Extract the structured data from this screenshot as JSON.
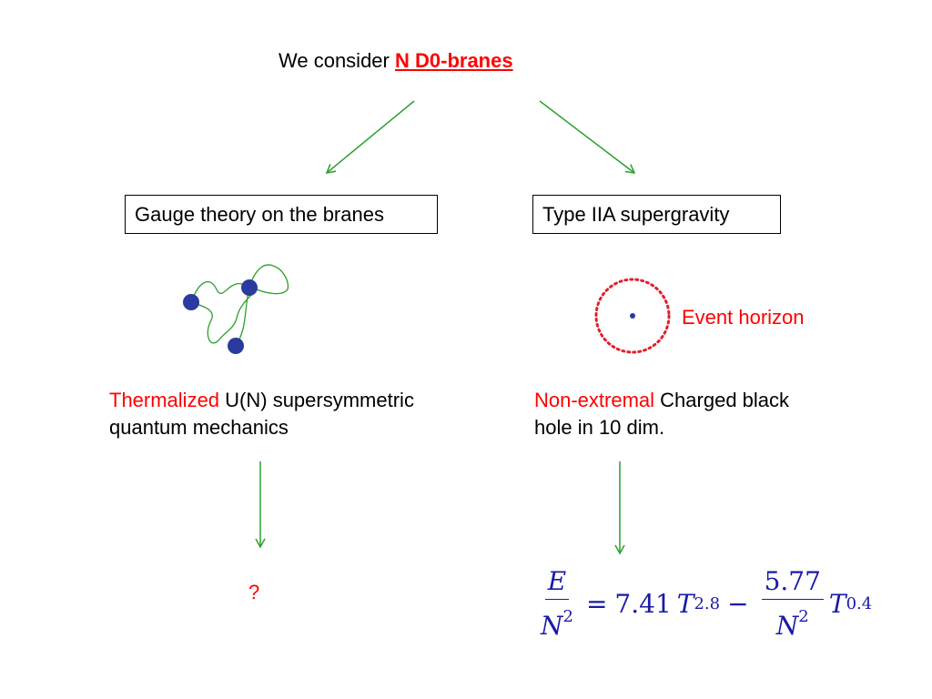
{
  "title": {
    "prefix": "We consider",
    "highlight": "N D0-branes"
  },
  "left": {
    "box_label": "Gauge theory on the branes",
    "desc_red": "Thermalized",
    "desc_line1_rest": " U(N) supersymmetric",
    "desc_line2": "quantum mechanics",
    "result": "?"
  },
  "right": {
    "box_label": "Type IIA supergravity",
    "horizon_label": "Event horizon",
    "desc_red": "Non-extremal",
    "desc_line1_rest": " Charged black",
    "desc_line2": "hole in 10 dim.",
    "formula": {
      "lhs_num": "E",
      "lhs_den_base": "N",
      "lhs_den_exp": "2",
      "eq": "=",
      "coef1": "7.41",
      "var1": "T",
      "exp1": "2.8",
      "minus": "−",
      "frac2_num": "5.77",
      "frac2_den_base": "N",
      "frac2_den_exp": "2",
      "var2": "T",
      "exp2": "0.4"
    }
  },
  "colors": {
    "arrow": "#2ca02c",
    "red": "#ff0000",
    "particle": "#2b3a9e",
    "formula": "#1a1aa8"
  }
}
